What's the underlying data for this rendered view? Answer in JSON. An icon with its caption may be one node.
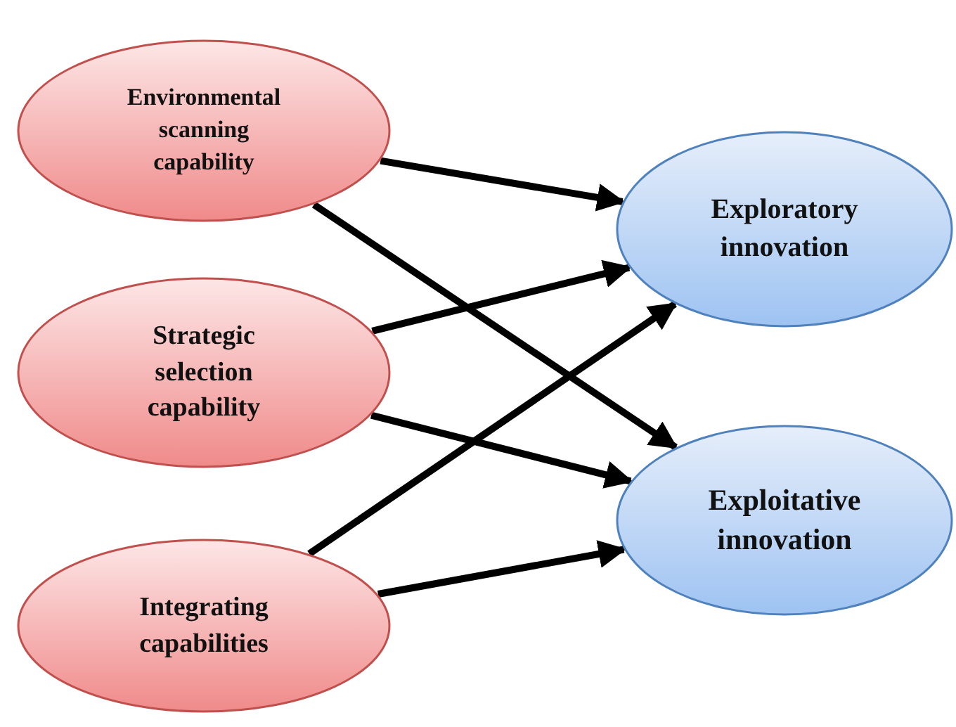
{
  "diagram": {
    "nodes": [
      {
        "text": [
          "Environmental scanning capability"
        ]
      },
      {
        "text": [
          "Strategic selection capability"
        ]
      },
      {
        "text": [
          "Integrating capabilities"
        ]
      },
      {
        "text": [
          "Exploratory innovation"
        ]
      },
      {
        "text": [
          "Exploitative innovation"
        ]
      }
    ],
    "edges": [
      {
        "from": 0,
        "to": 3,
        "arrow": "to"
      },
      {
        "from": 0,
        "to": 4,
        "arrow": "to"
      },
      {
        "from": 1,
        "to": 3,
        "arrow": "to"
      },
      {
        "from": 1,
        "to": 4,
        "arrow": "to"
      },
      {
        "from": 2,
        "to": 3,
        "arrow": "to"
      },
      {
        "from": 2,
        "to": 4,
        "arrow": "to"
      }
    ]
  }
}
